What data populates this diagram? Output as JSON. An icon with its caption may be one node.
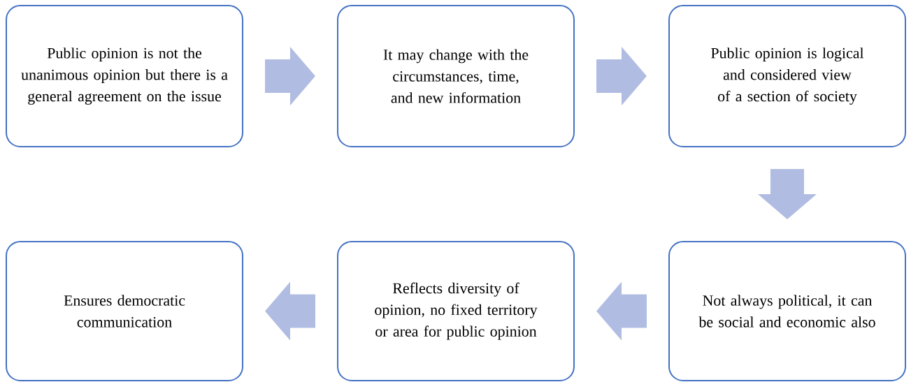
{
  "diagram": {
    "nodes": [
      {
        "text": [
          "Public opinion is not the unanimous opinion but there is a general agreement on the issue"
        ]
      },
      {
        "text": [
          "It may change with the circumstances, time, and new information"
        ]
      },
      {
        "text": [
          "Public opinion is logical and considered view of a section of society"
        ]
      },
      {
        "text": [
          "Ensures democratic communication"
        ]
      },
      {
        "text": [
          "Reflects diversity of opinion, no fixed territory or area for public opinion"
        ]
      },
      {
        "text": [
          "Not always political, it can be social and economic also"
        ]
      }
    ],
    "edges": [
      {
        "from": 0,
        "to": 1,
        "arrow": "to"
      },
      {
        "from": 1,
        "to": 2,
        "arrow": "to"
      },
      {
        "from": 2,
        "to": 5,
        "arrow": "to"
      },
      {
        "from": 5,
        "to": 4,
        "arrow": "to"
      },
      {
        "from": 4,
        "to": 3,
        "arrow": "to"
      }
    ]
  }
}
